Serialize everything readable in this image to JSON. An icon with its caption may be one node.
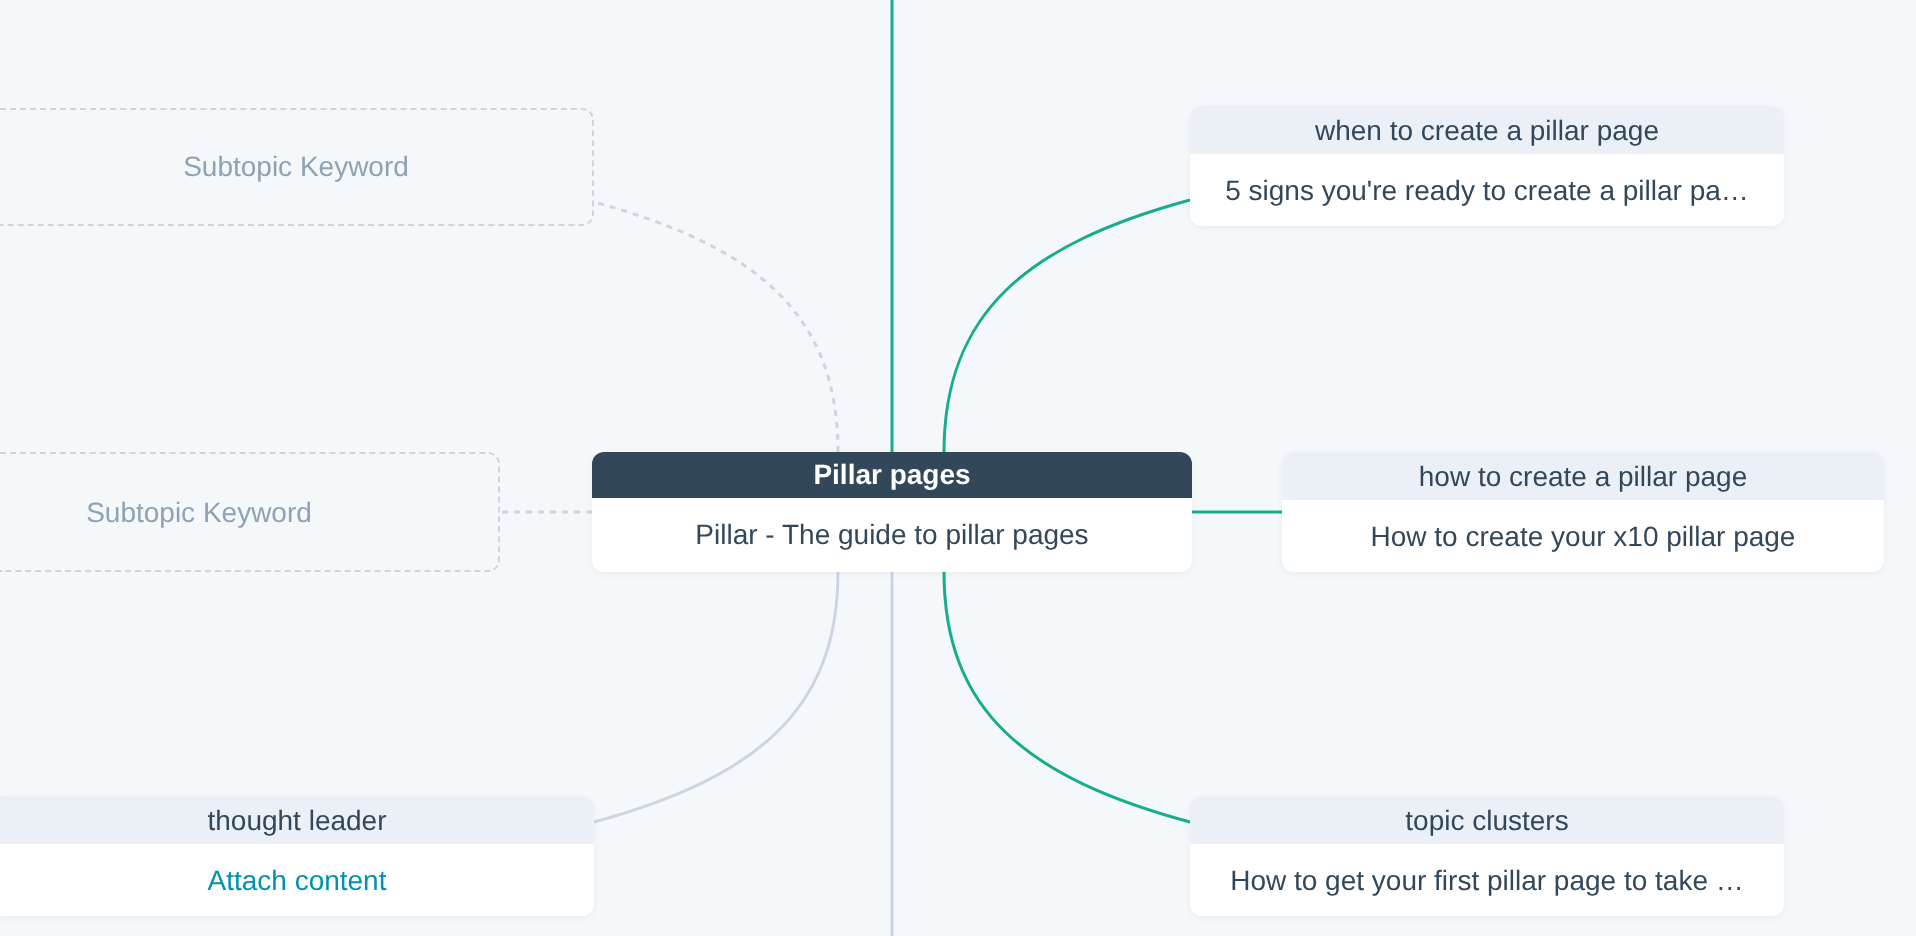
{
  "diagram": {
    "nodes": [
      {
        "text": [
          "Subtopic Keyword"
        ]
      },
      {
        "text": [
          "when to create a pillar page",
          "5 signs you're ready to create a pillar pa…"
        ]
      },
      {
        "text": [
          "Subtopic Keyword"
        ]
      },
      {
        "text": [
          "Pillar pages",
          "Pillar - The guide to pillar pages"
        ]
      },
      {
        "text": [
          "how to create a pillar page",
          "How to create your x10 pillar page"
        ]
      },
      {
        "text": [
          "thought leader",
          "Attach content"
        ]
      },
      {
        "text": [
          "topic clusters",
          "How to get your first pillar page to take …"
        ]
      }
    ],
    "edges": [
      {
        "from": 3,
        "to": 1,
        "arrow": "none"
      },
      {
        "from": 3,
        "to": 4,
        "arrow": "none"
      },
      {
        "from": 3,
        "to": 6,
        "arrow": "none"
      },
      {
        "from": 3,
        "to": 0,
        "arrow": "none",
        "style": "dashed",
        "color": "#cbd6e2"
      },
      {
        "from": 3,
        "to": 2,
        "arrow": "none",
        "style": "dashed",
        "color": "#cbd6e2"
      },
      {
        "from": 3,
        "to": 5,
        "arrow": "none",
        "color": "#cbd6e2"
      },
      {
        "from": null,
        "to": 3,
        "arrow": "none"
      },
      {
        "from": 3,
        "to": null,
        "arrow": "none",
        "color": "#cbd6e2"
      }
    ]
  }
}
